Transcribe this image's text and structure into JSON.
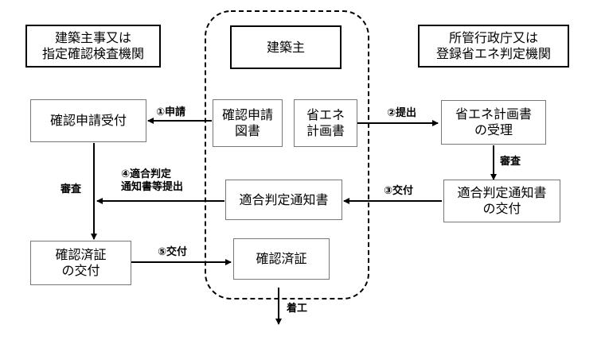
{
  "parties": {
    "left_title": [
      "建築主事又は",
      "指定確認検査機関"
    ],
    "center_title": "建築主",
    "right_title": [
      "所管行政庁又は",
      "登録省エネ判定機関"
    ]
  },
  "boxes": {
    "kakunin_uketsuke": "確認申請受付",
    "kakunin_shinsei_tosho": [
      "確認申請",
      "図書"
    ],
    "shoene_keikakusho": [
      "省エネ",
      "計画書"
    ],
    "keikakusho_juri": [
      "省エネ計画書",
      "の受理"
    ],
    "tekigou_tsuchisho_center": "適合判定通知書",
    "tekigou_tsuchisho_kofu": [
      "適合判定通知書",
      "の交付"
    ],
    "kakunin_zumisho_kofu": [
      "確認済証",
      "の交付"
    ],
    "kakunin_zumisho": "確認済証"
  },
  "labels": {
    "step1": "①申請",
    "step2": "②提出",
    "step3": "③交付",
    "step4": [
      "④適合判定",
      "通知書等提出"
    ],
    "step5": "⑤交付",
    "shinsa_left": "審査",
    "shinsa_right": "審査",
    "chakko": "着工"
  }
}
